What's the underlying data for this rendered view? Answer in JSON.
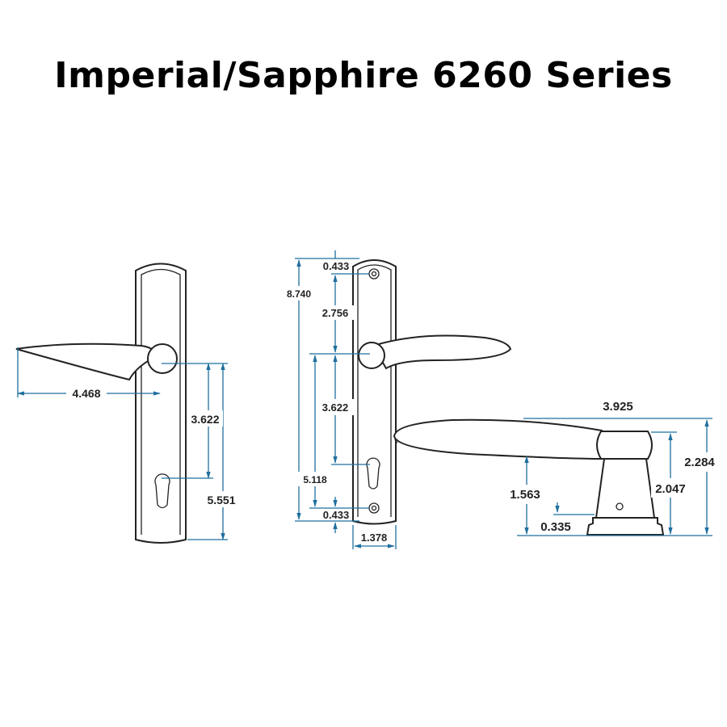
{
  "title": "Imperial/Sapphire 6260 Series",
  "colors": {
    "dimension": "#1f6f9f",
    "outline": "#222222"
  },
  "front_view_left": {
    "dimensions": {
      "lever_length": "4.468",
      "handle_to_keyhole": "3.622",
      "handle_to_bottom": "5.551"
    }
  },
  "front_view_plate": {
    "dimensions": {
      "overall_height": "8.740",
      "top_screw": "0.433",
      "screw_to_handle": "2.756",
      "handle_to_keyhole": "3.622",
      "handle_to_bottom_screw": "5.118",
      "bottom_screw": "0.433",
      "plate_width": "1.378"
    }
  },
  "side_view": {
    "dimensions": {
      "lever_length": "3.925",
      "overall_projection": "2.284",
      "rose_height": "2.047",
      "lever_clearance": "1.563",
      "base_height": "0.335"
    }
  }
}
